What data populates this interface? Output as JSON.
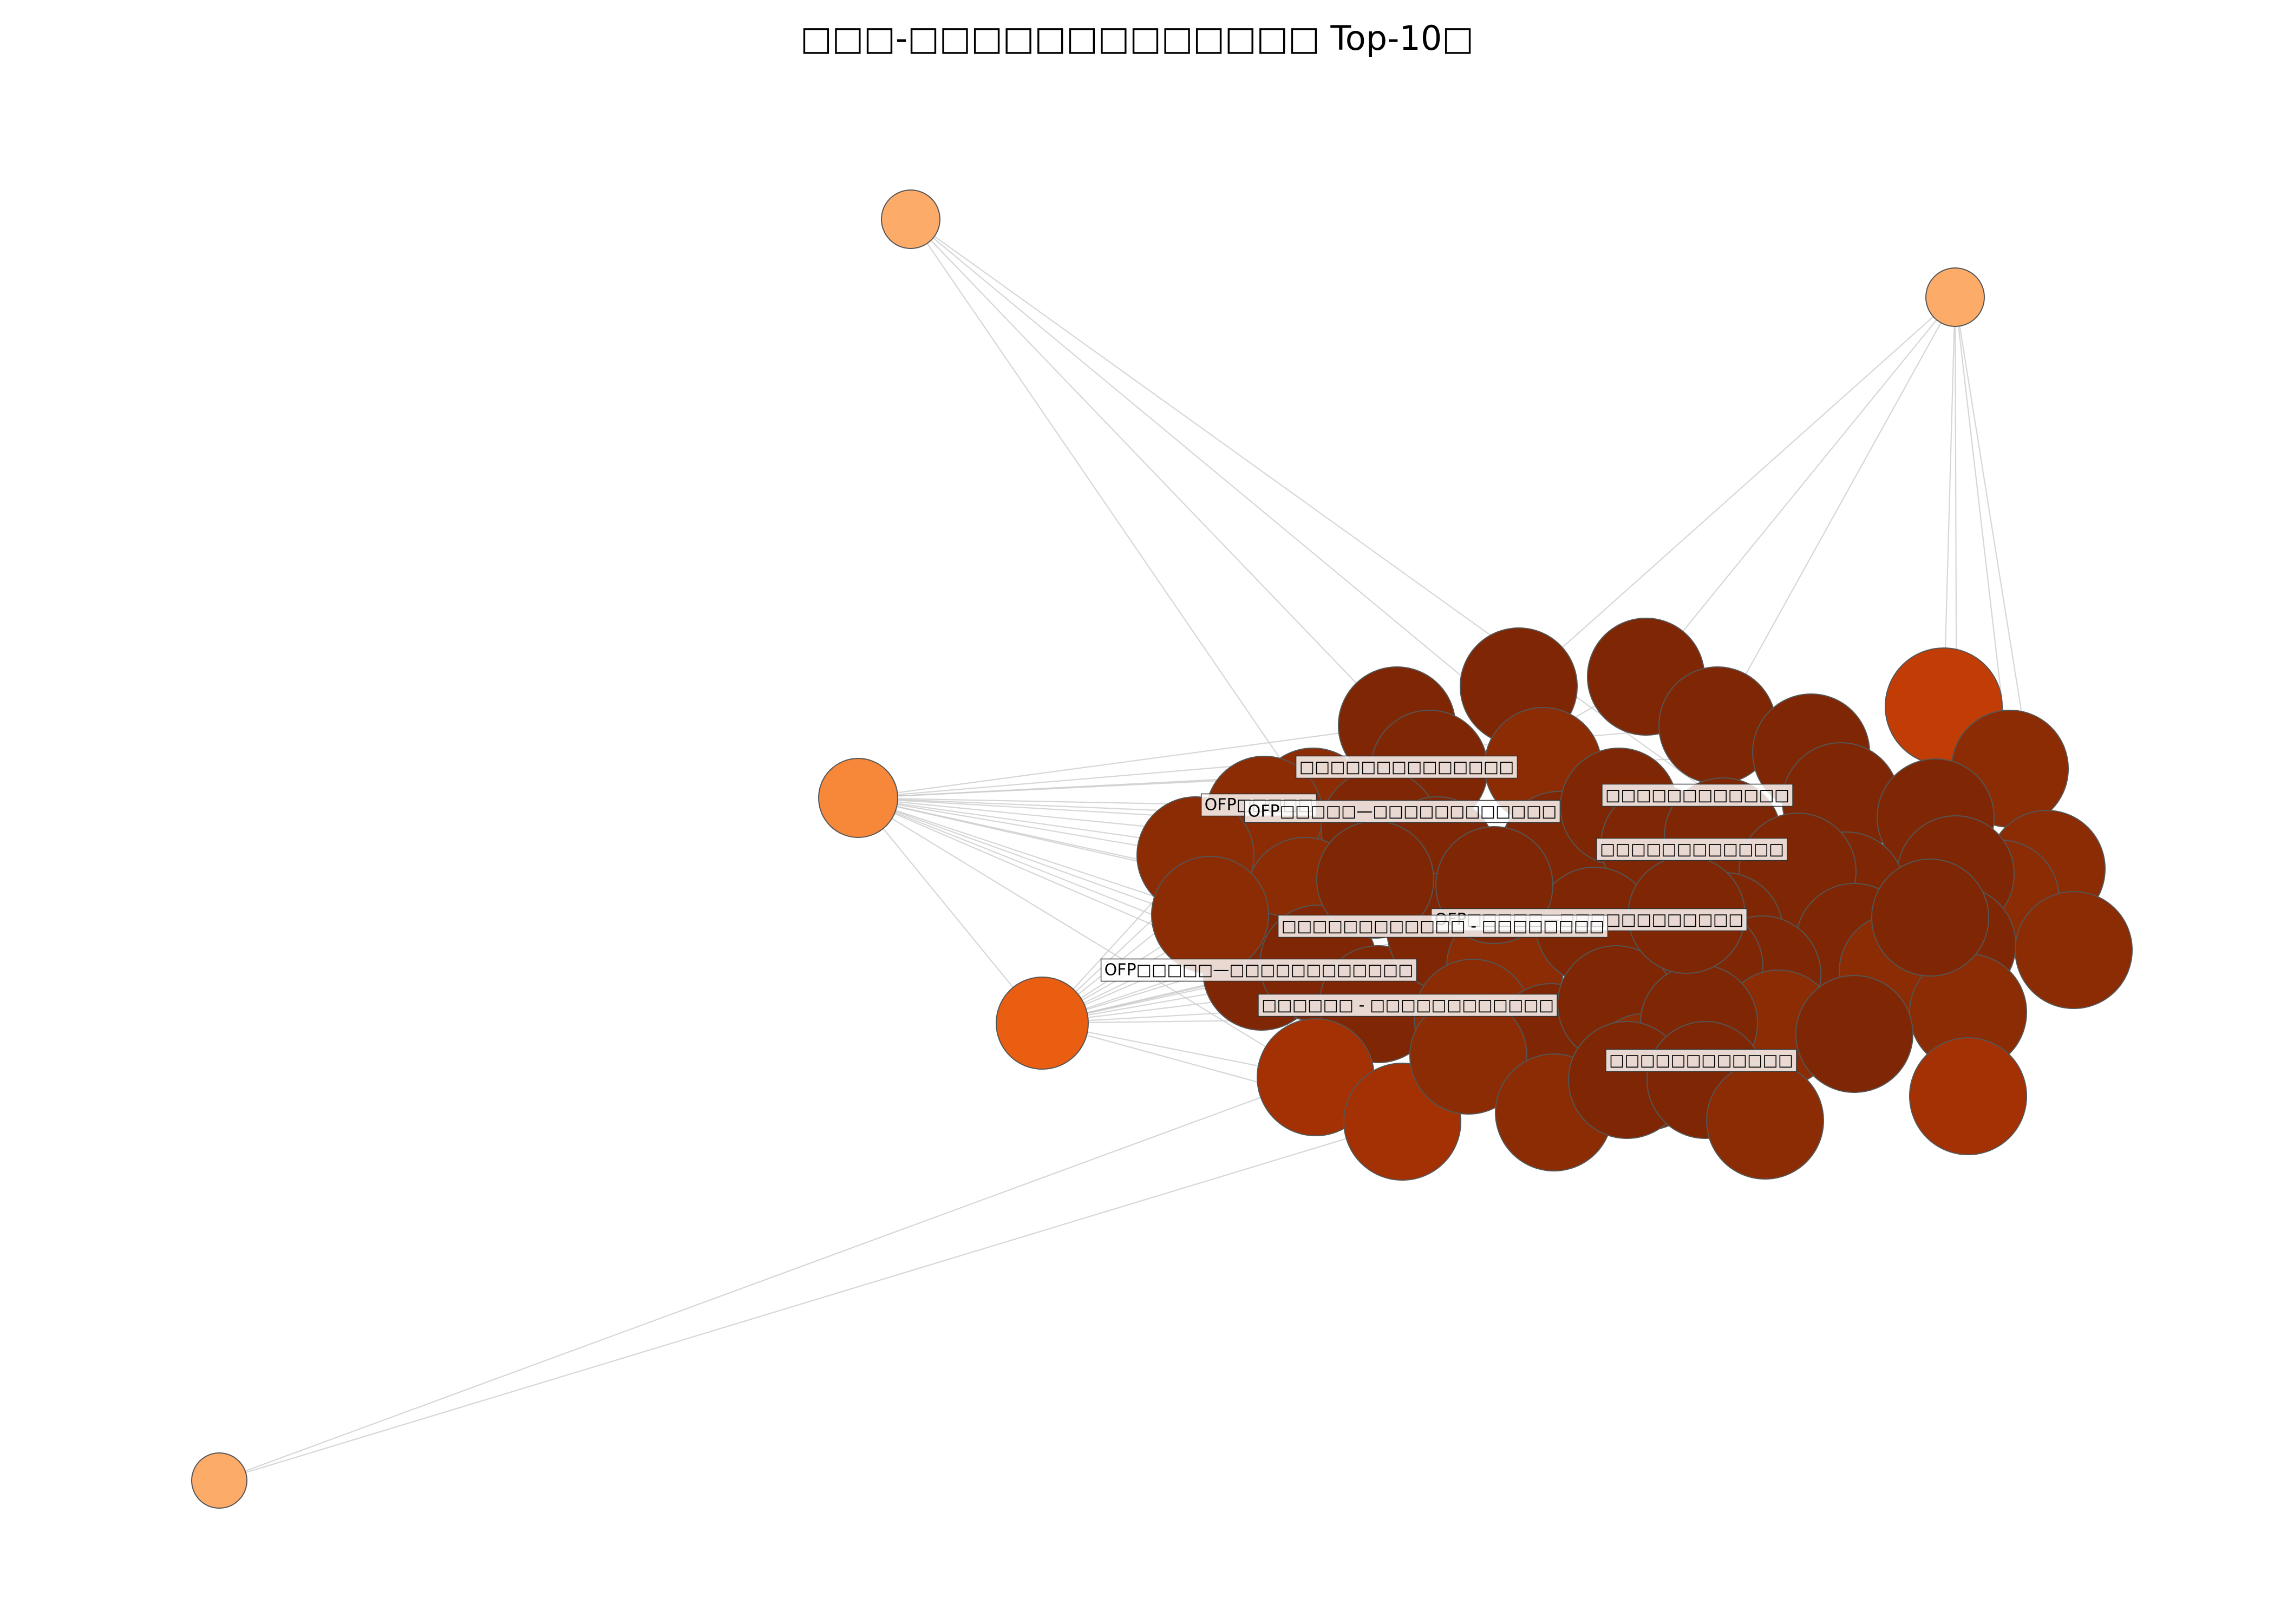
{
  "title": "□□□-□□□□□□□□□□□□□ Top-10□",
  "colors": {
    "background": "#ffffff",
    "edge": "#c8c8c8",
    "node_stroke": "#555555",
    "peripheral_light": "#fdab69",
    "peripheral_mid": "#f7883a",
    "peripheral_strong": "#ea5e12",
    "accent_node": "#c23d05",
    "cluster_dark": "#7f2704",
    "cluster_mid": "#8c2c04",
    "cluster_bright": "#a33103"
  },
  "labels": [
    "□□□□□□□□□□□□□□",
    "OFP□□□□□",
    "OFP□□□□□—□□□□□□□□□□□□",
    "□□□□□□□□□□□□",
    "□□□□□□□□□□□□",
    "OFP□□□□□—□□□□□□□□□□□□",
    "□□□□□□□□□□□□ - □□□□□□□□",
    "OFP□□□□□—□□□□□□□□□□□□",
    "□□□□□□ - □□□□□□□□□□□□",
    "□□□□□□□□□□□□"
  ]
}
